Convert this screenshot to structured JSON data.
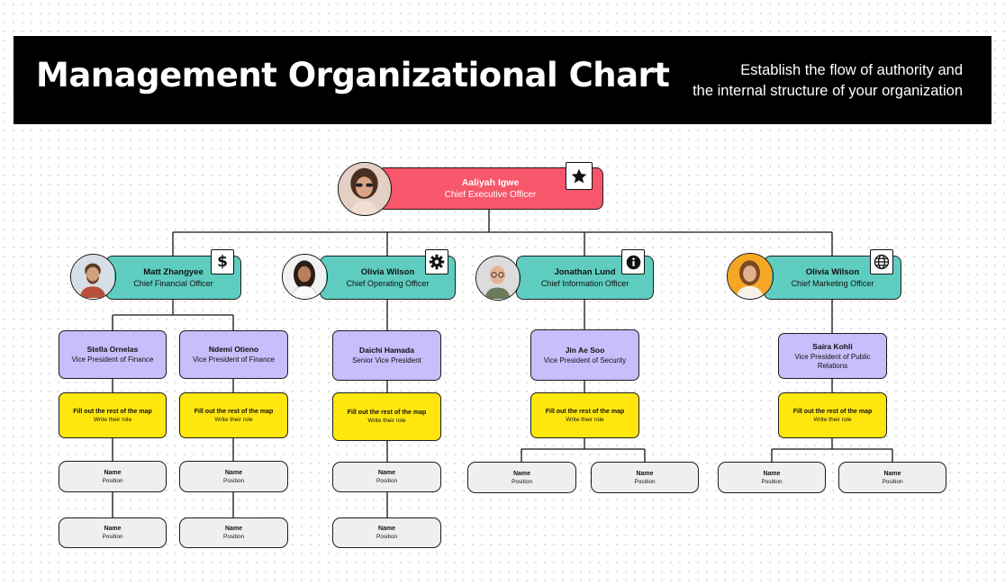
{
  "header": {
    "title": "Management Organizational Chart",
    "subtitle_line1": "Establish the flow of authority and",
    "subtitle_line2": "the internal structure of your organization"
  },
  "ceo": {
    "name": "Aaliyah Igwe",
    "role": "Chief Executive Officer",
    "icon": "star-icon"
  },
  "chiefs": [
    {
      "name": "Matt Zhangyee",
      "role": "Chief Financial Officer",
      "icon": "dollar-icon"
    },
    {
      "name": "Olivia Wilson",
      "role": "Chief Operating Officer",
      "icon": "gear-icon"
    },
    {
      "name": "Jonathan Lund",
      "role": "Chief Information Officer",
      "icon": "info-icon"
    },
    {
      "name": "Olivia Wilson",
      "role": "Chief Marketing Officer",
      "icon": "globe-icon"
    }
  ],
  "vps": [
    {
      "name": "Stella Ornelas",
      "role": "Vice President of Finance"
    },
    {
      "name": "Ndemi Otieno",
      "role": "Vice President of Finance"
    },
    {
      "name": "Daichi Hamada",
      "role": "Senior Vice President"
    },
    {
      "name": "Jin Ae Soo",
      "role": "Vice President of Security"
    },
    {
      "name": "Saira Kohli",
      "role": "Vice President of Public Relations"
    }
  ],
  "placeholder": {
    "title": "Fill out the rest of the map",
    "subtitle": "Write their role"
  },
  "staff": {
    "name": "Name",
    "position": "Position"
  },
  "colors": {
    "ceo": "#f7566b",
    "chief": "#5ecdc0",
    "vp": "#c9bdfb",
    "placeholder": "#ffe60f",
    "staff": "#efefef",
    "header": "#000000"
  }
}
